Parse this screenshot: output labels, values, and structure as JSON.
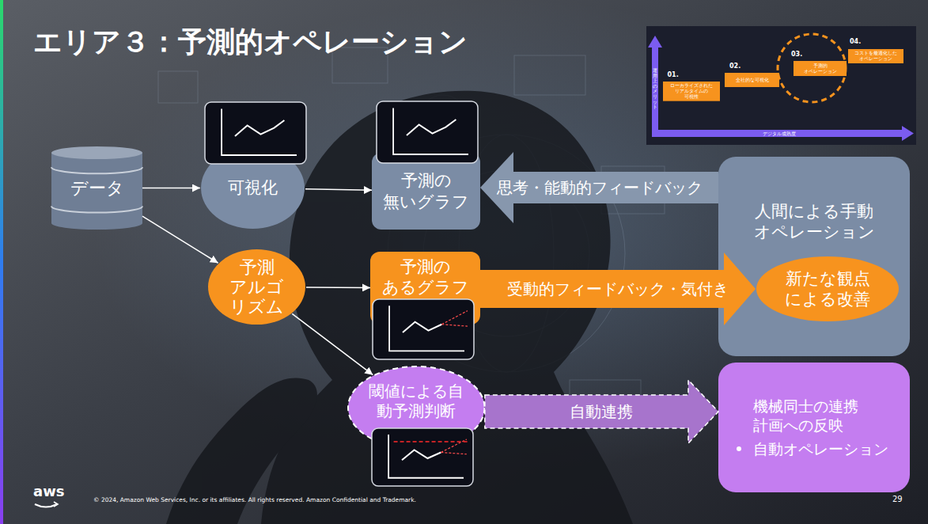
{
  "diagram": {
    "title": "エリア３：予測的オペレーション",
    "nodes": [
      {
        "text": [
          "データ"
        ]
      },
      {
        "text": [
          "可視化"
        ]
      },
      {
        "text": [
          "予測の 無いグラフ"
        ]
      },
      {
        "text": [
          "予測 アルゴ リズム"
        ]
      },
      {
        "text": [
          "予測の あるグラフ"
        ]
      },
      {
        "text": [
          "閾値による自 動予測判断"
        ]
      },
      {
        "text": [
          "人間による手動 オペレーション"
        ]
      },
      {
        "text": [
          "新たな観点 による改善"
        ],
        "in": 6
      },
      {
        "text": [
          "機械同士の連携 計画への反映",
          "自動オペレーション"
        ]
      },
      {
        "text": [
          "01.",
          "ローカライズされた リアルタイムの 可視性"
        ]
      },
      {
        "text": [
          "02.",
          "全社的な可視化"
        ]
      },
      {
        "text": [
          "03.",
          "予測的 オペレーション"
        ]
      },
      {
        "text": [
          "04.",
          "コストを最適化した オペレーション"
        ]
      }
    ],
    "edges": [
      {
        "from": 0,
        "to": 1,
        "arrow": "to"
      },
      {
        "from": 0,
        "to": 3,
        "arrow": "to"
      },
      {
        "from": 1,
        "to": 2,
        "arrow": "to"
      },
      {
        "from": 3,
        "to": 4,
        "arrow": "to"
      },
      {
        "from": 3,
        "to": 5,
        "arrow": "to"
      },
      {
        "from": 6,
        "to": 2,
        "label": "思考・能動的フィードバック",
        "arrow": "to"
      },
      {
        "from": 4,
        "to": 7,
        "label": "受動的フィードバック・気付き",
        "arrow": "to"
      },
      {
        "from": 5,
        "to": 8,
        "label": "自動連携",
        "arrow": "to"
      }
    ],
    "labels": [
      "運用上のメリット",
      "デジタル成熟度",
      "aws",
      "© 2024, Amazon Web Services, Inc. or its affiliates. All rights reserved. Amazon Confidential and Trademark.",
      "29"
    ]
  }
}
